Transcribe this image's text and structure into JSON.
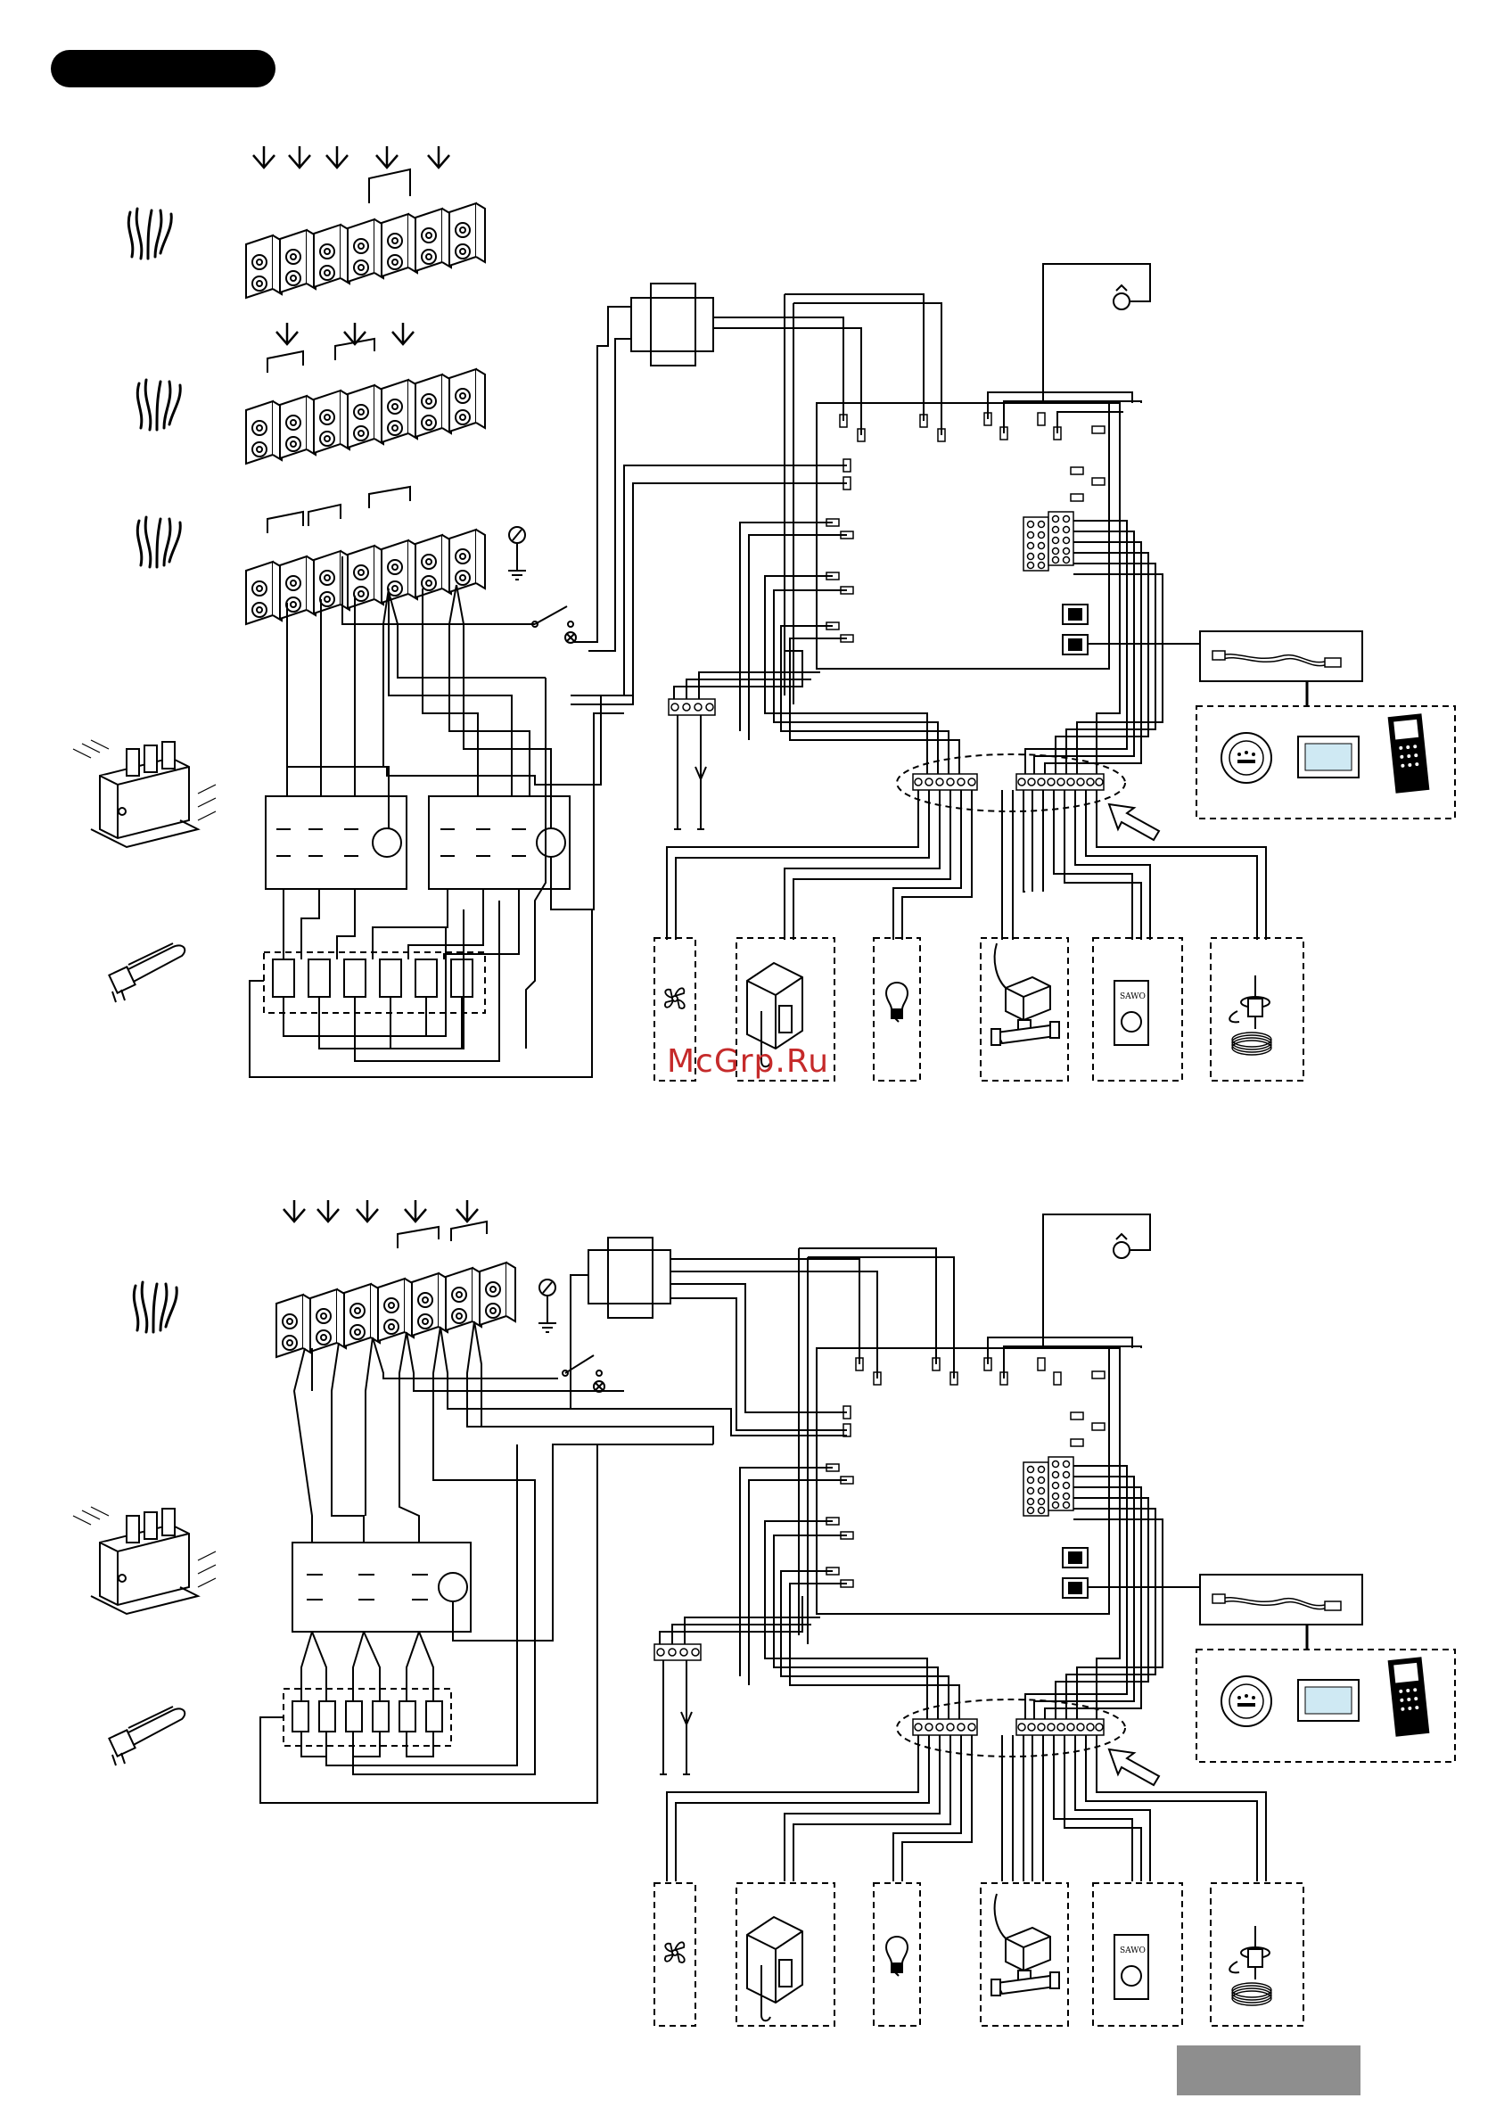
{
  "page": {
    "header_tab_color": "#000000",
    "page_tab_color": "#8e8e8e"
  },
  "watermark": {
    "text": "McGrp.Ru",
    "color": "#c52a2a"
  },
  "brand": {
    "sawo_label": "SAWO"
  },
  "icons": [
    "wire-bundle-icon",
    "terminal-block-icon",
    "arrow-down-icon",
    "ground-icon",
    "contactor-icon",
    "heating-element-icon",
    "transformer-icon",
    "main-switch-icon",
    "control-board-icon",
    "sensor-icon",
    "control-panel-icon",
    "fan-icon",
    "pump-icon",
    "lamp-icon",
    "solenoid-valve-icon",
    "sawo-unit-icon",
    "temperature-sensor-icon"
  ],
  "diagrams": [
    {
      "name": "upper-wiring-diagram",
      "variant": "two-contactors"
    },
    {
      "name": "lower-wiring-diagram",
      "variant": "single-contactor"
    }
  ]
}
